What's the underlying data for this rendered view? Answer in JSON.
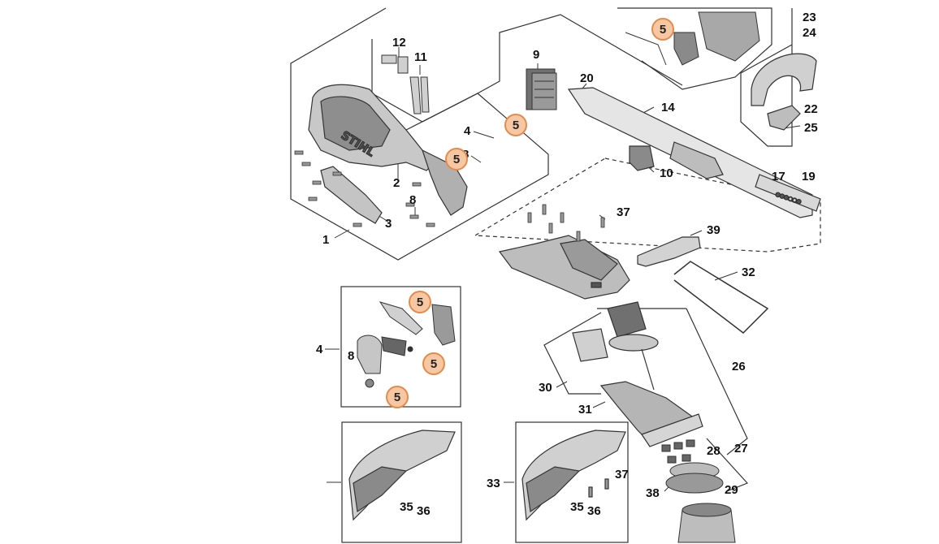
{
  "brand": "STIHL",
  "highlight_color": "#f6c7a3",
  "highlight_border": "#e58a4a",
  "labels": {
    "p1": "1",
    "p2": "2",
    "p3": "3",
    "p4a": "4",
    "p4b": "4",
    "p8a": "8",
    "p8b": "8",
    "p8c": "8",
    "p9": "9",
    "p10": "10",
    "p11": "11",
    "p12": "12",
    "p14": "14",
    "p17": "17",
    "p19": "19",
    "p20": "20",
    "p22": "22",
    "p23": "23",
    "p24": "24",
    "p25": "25",
    "p26": "26",
    "p27": "27",
    "p28": "28",
    "p29": "29",
    "p30": "30",
    "p31": "31",
    "p32": "32",
    "p33": "33",
    "p35a": "35",
    "p35b": "35",
    "p36a": "36",
    "p36b": "36",
    "p37a": "37",
    "p37b": "37",
    "p38": "38",
    "p39": "39"
  },
  "highlights": {
    "h1": "5",
    "h2": "5",
    "h3": "5",
    "h4": "5",
    "h5": "5",
    "h6": "5"
  }
}
